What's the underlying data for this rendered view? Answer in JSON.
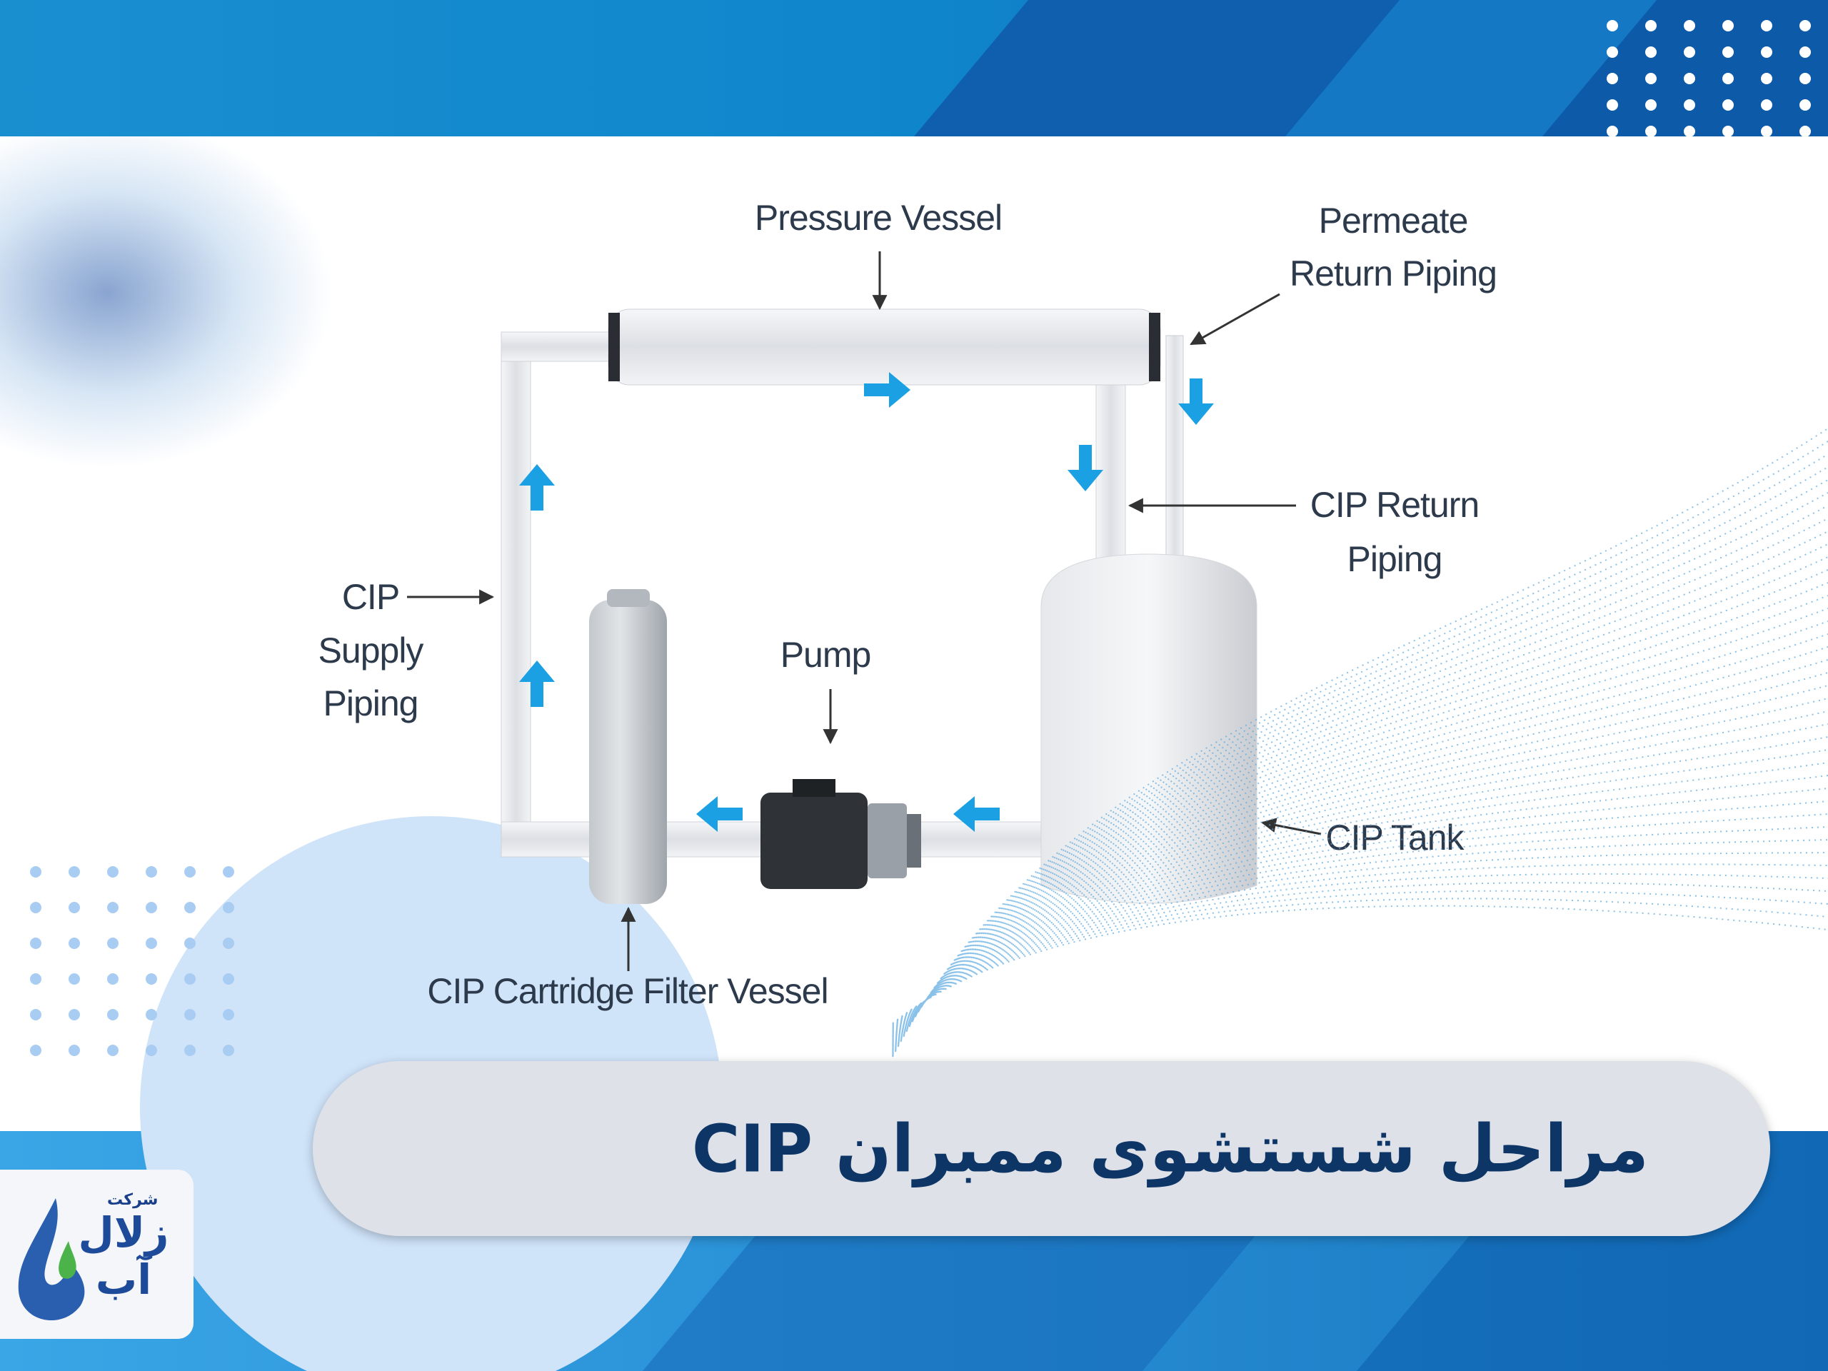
{
  "diagram": {
    "labels": {
      "pressure_vessel": "Pressure Vessel",
      "permeate_return_1": "Permeate",
      "permeate_return_2": "Return Piping",
      "cip_return_1": "CIP Return",
      "cip_return_2": "Piping",
      "cip_supply_1": "CIP",
      "cip_supply_2": "Supply",
      "cip_supply_3": "Piping",
      "pump": "Pump",
      "cip_tank": "CIP Tank",
      "cartridge_filter": "CIP Cartridge Filter Vessel"
    },
    "flow_color": "#1aa0e3"
  },
  "title": "مراحل شستشوی ممبران CIP",
  "logo": {
    "prefix": "شرکت",
    "name": "زلال آب"
  },
  "colors": {
    "title": "#0d3566",
    "accent": "#1a8fd0"
  }
}
